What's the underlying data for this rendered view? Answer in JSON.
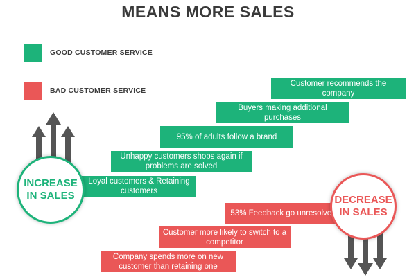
{
  "title": "MEANS MORE SALES",
  "legend": {
    "good": {
      "label": "GOOD CUSTOMER SERVICE",
      "color": "#1db37a"
    },
    "bad": {
      "label": "BAD CUSTOMER SERVICE",
      "color": "#ea5757"
    }
  },
  "increase": {
    "label": "INCREASE IN SALES",
    "icon": "arrows-up-icon"
  },
  "decrease": {
    "label": "DECREASE IN SALES",
    "icon": "arrows-down-icon"
  },
  "good_steps": [
    "Loyal customers & Retaining customers",
    "Unhappy customers shops again if problems are solved",
    "95% of adults follow a brand",
    "Buyers making additional purchases",
    "Customer recommends the company"
  ],
  "bad_steps": [
    "53% Feedback go unresolved",
    "Customer more likely to switch to a competitor",
    "Company spends more on new customer than retaining one"
  ]
}
